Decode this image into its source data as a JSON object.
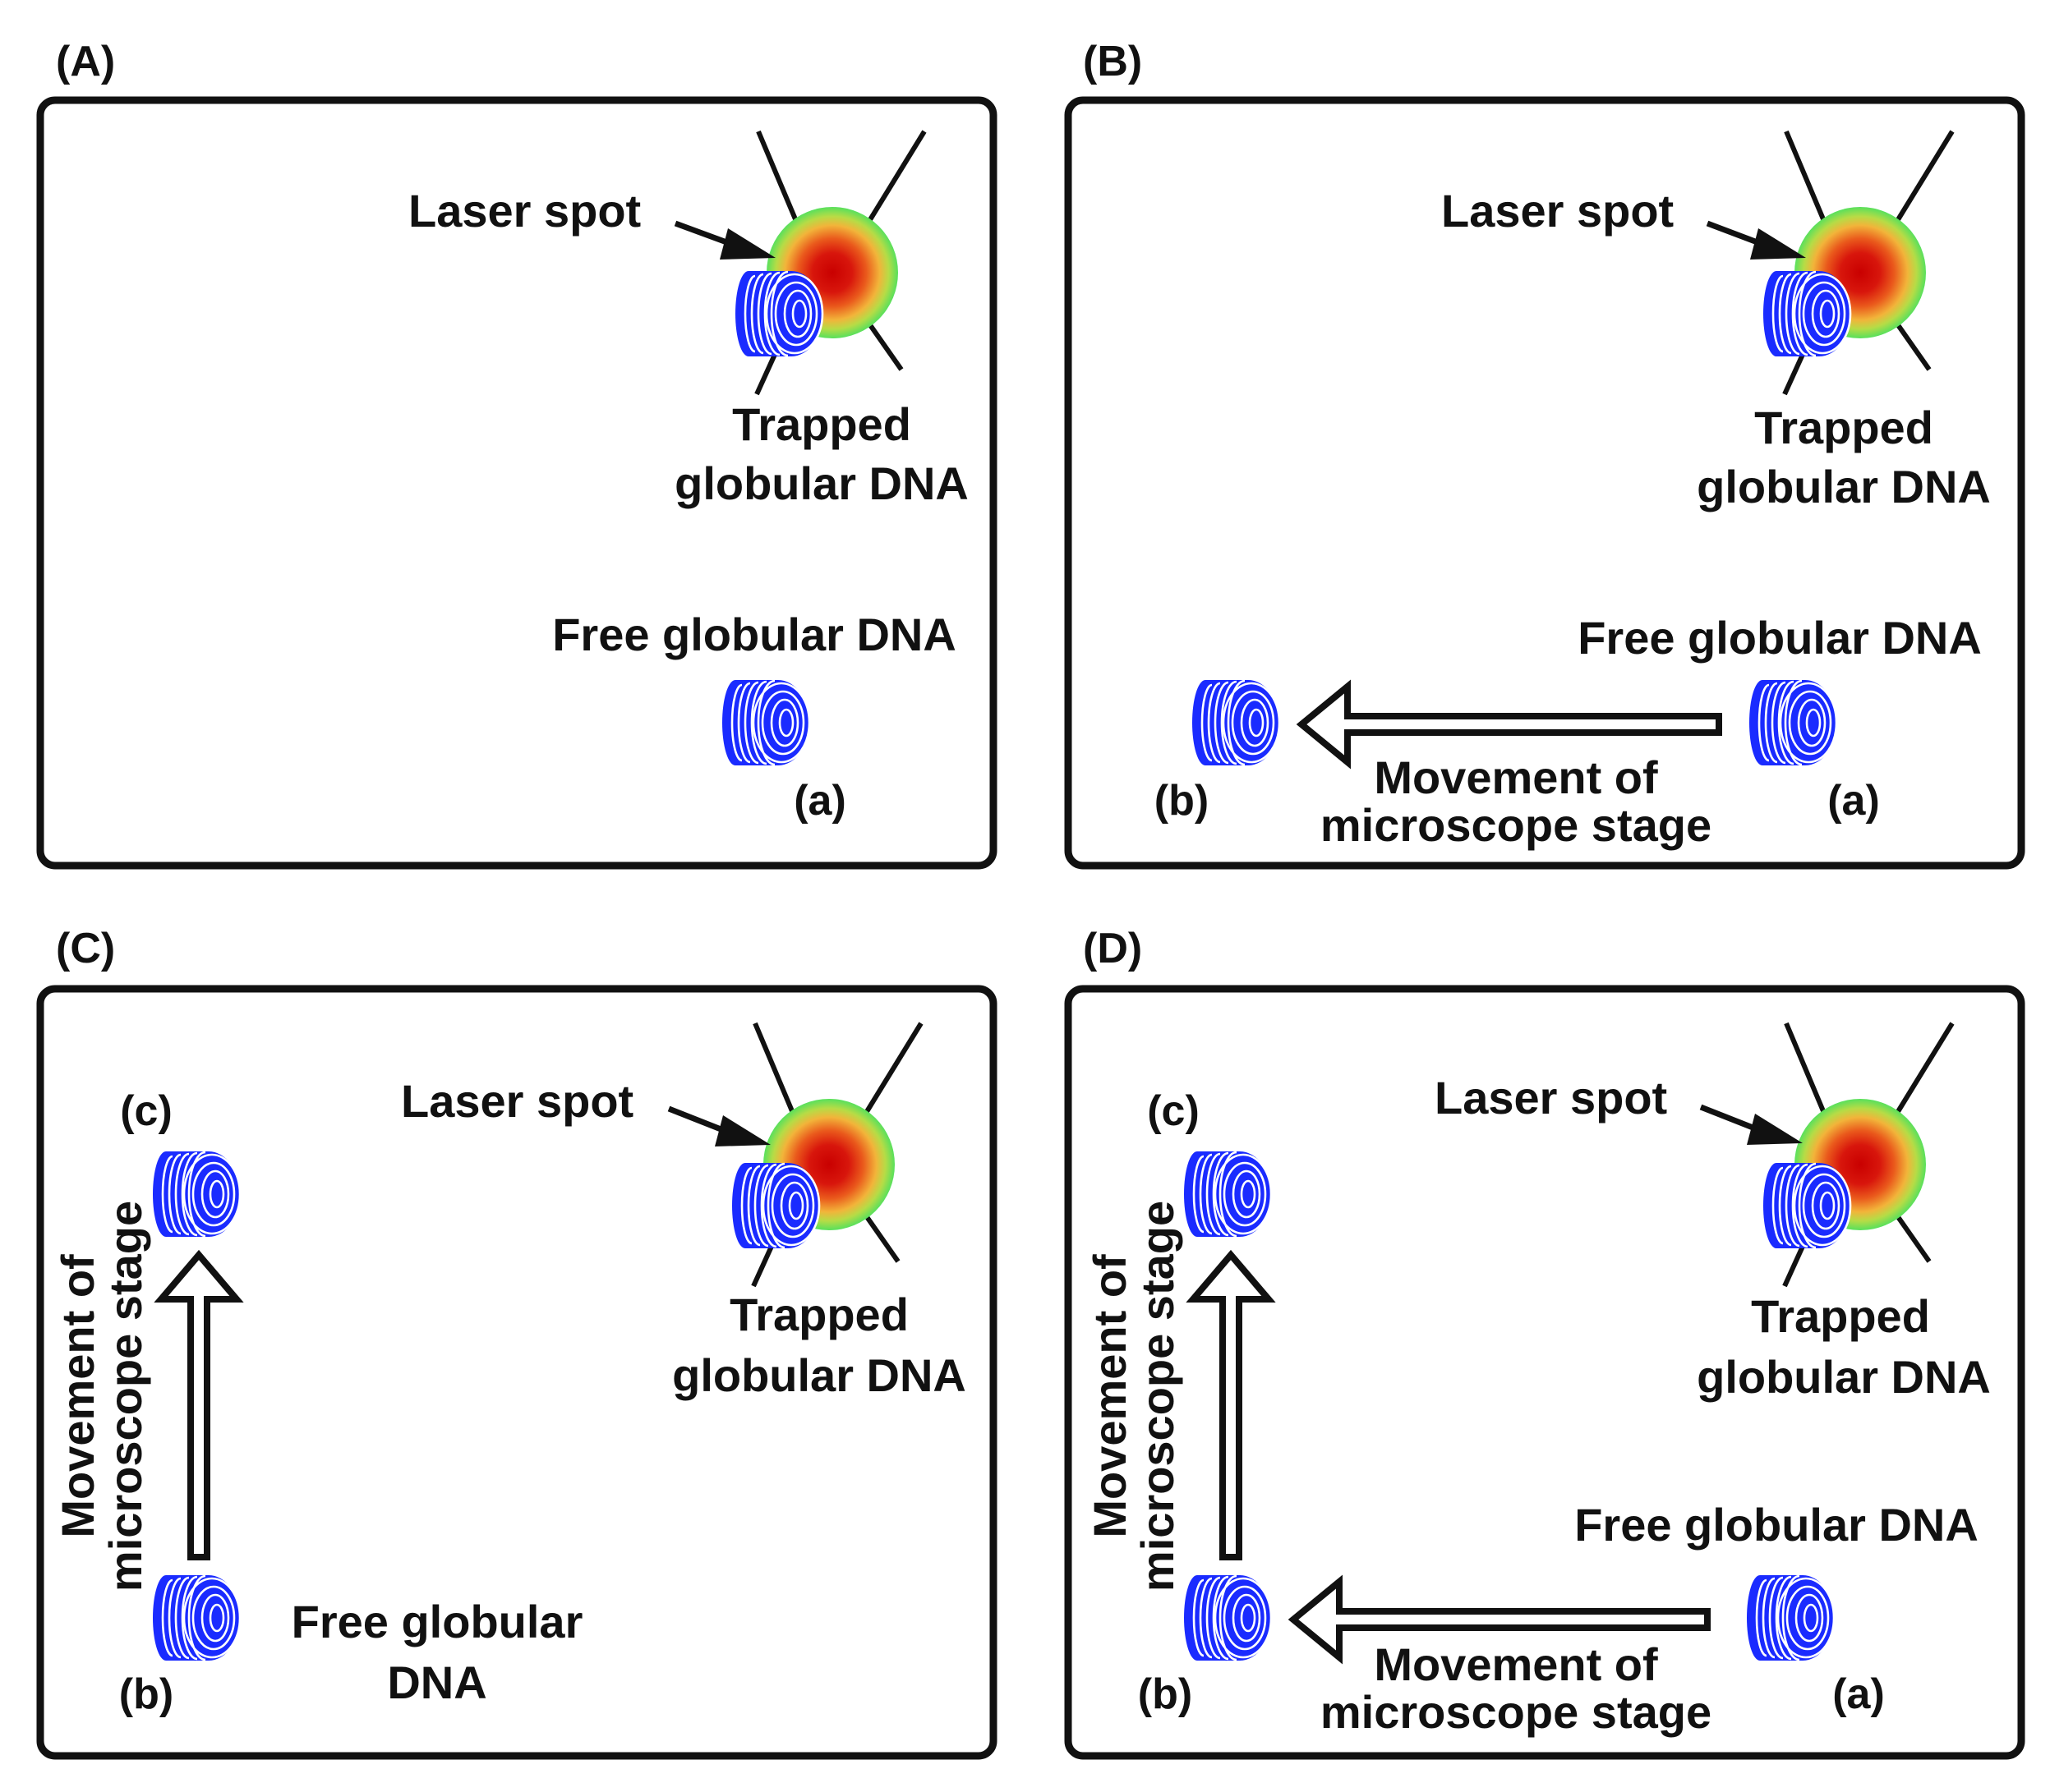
{
  "colors": {
    "border": "#111111",
    "dna_blue": "#1a2bff",
    "dna_stripe": "#ffffff",
    "laser_outer": "#5ee05a",
    "laser_mid": "#f0b030",
    "laser_inner": "#d60a0a",
    "arrow_fill": "#ffffff",
    "arrow_stroke": "#111111"
  },
  "icons": {
    "dna": "dna-coil-icon",
    "laser": "laser-spot-icon",
    "arrow": "hollow-arrow-icon"
  },
  "panels": [
    {
      "label": "(A)",
      "laser_spot": "Laser spot",
      "trapped_line1": "Trapped",
      "trapped_line2": "globular DNA",
      "free_dna": "Free globular DNA",
      "pos_a": "(a)"
    },
    {
      "label": "(B)",
      "laser_spot": "Laser spot",
      "trapped_line1": "Trapped",
      "trapped_line2": "globular DNA",
      "free_dna": "Free globular DNA",
      "pos_a": "(a)",
      "pos_b": "(b)",
      "movement_line1": "Movement of",
      "movement_line2": "microscope stage"
    },
    {
      "label": "(C)",
      "laser_spot": "Laser spot",
      "trapped_line1": "Trapped",
      "trapped_line2": "globular DNA",
      "free_line1": "Free globular",
      "free_line2": "DNA",
      "pos_b": "(b)",
      "pos_c": "(c)",
      "movement_line1": "Movement of",
      "movement_line2": "microscope stage"
    },
    {
      "label": "(D)",
      "laser_spot": "Laser spot",
      "trapped_line1": "Trapped",
      "trapped_line2": "globular DNA",
      "free_dna": "Free globular DNA",
      "pos_a": "(a)",
      "pos_b": "(b)",
      "pos_c": "(c)",
      "h_movement_line1": "Movement of",
      "h_movement_line2": "microscope stage",
      "v_movement_line1": "Movement of",
      "v_movement_line2": "microscope stage"
    }
  ]
}
